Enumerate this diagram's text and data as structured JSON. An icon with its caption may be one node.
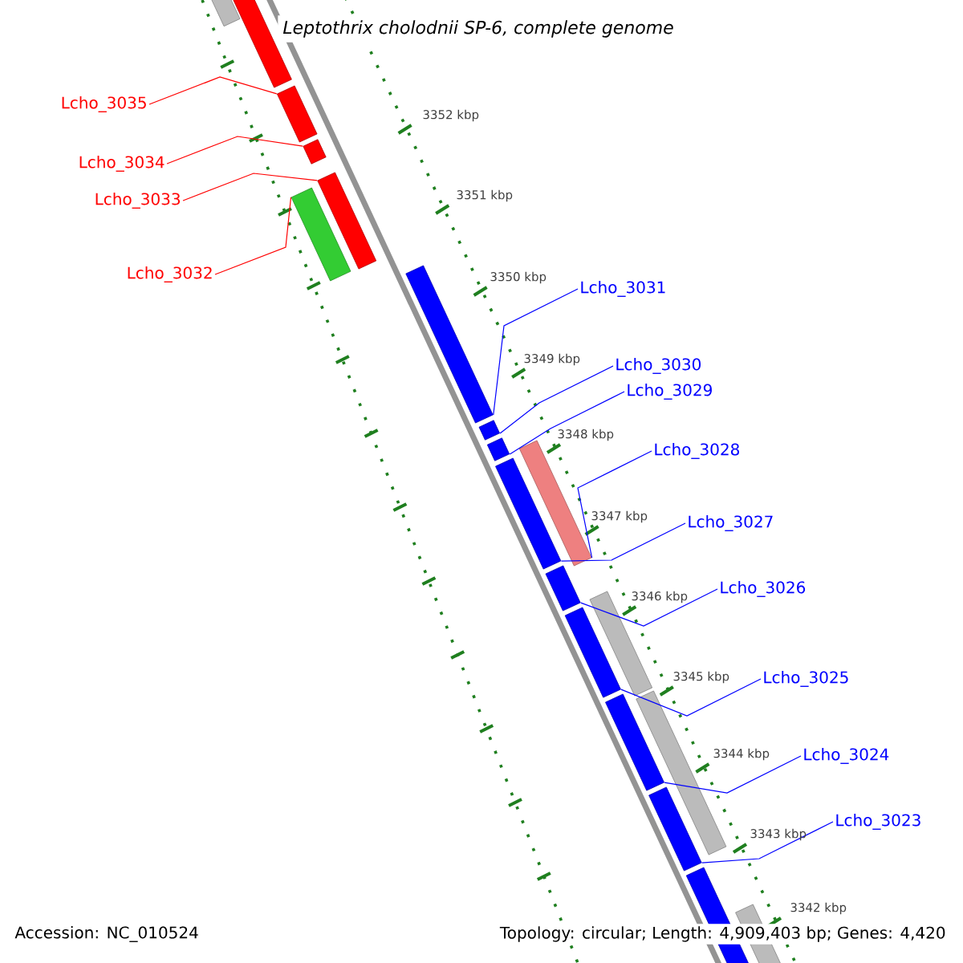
{
  "diagram": {
    "title": "Leptothrix cholodnii SP-6, complete genome",
    "nodes": [
      {
        "text": [
          "Lcho_3035"
        ]
      },
      {
        "text": [
          "Lcho_3034"
        ]
      },
      {
        "text": [
          "Lcho_3033"
        ]
      },
      {
        "text": [
          "Lcho_3032"
        ]
      },
      {
        "text": [],
        "shape": "bar"
      },
      {
        "text": [],
        "shape": "bar"
      },
      {
        "text": [],
        "shape": "bar"
      },
      {
        "text": [],
        "shape": "bar"
      },
      {
        "text": [],
        "shape": "bar"
      },
      {
        "text": [],
        "shape": "bar"
      },
      {
        "text": [],
        "shape": "bar"
      },
      {
        "text": [],
        "shape": "bar"
      },
      {
        "text": [],
        "shape": "bar"
      },
      {
        "text": [],
        "shape": "bar"
      },
      {
        "text": [],
        "shape": "bar"
      },
      {
        "text": [],
        "shape": "bar"
      },
      {
        "text": [],
        "shape": "bar"
      },
      {
        "text": [],
        "shape": "bar"
      },
      {
        "text": [],
        "shape": "bar"
      },
      {
        "text": [],
        "shape": "bar"
      },
      {
        "text": [],
        "shape": "bar"
      },
      {
        "text": [],
        "shape": "bar"
      },
      {
        "text": [],
        "shape": "bar"
      },
      {
        "text": [
          "Lcho_3031"
        ]
      },
      {
        "text": [
          "Lcho_3030"
        ]
      },
      {
        "text": [
          "Lcho_3029"
        ]
      },
      {
        "text": [
          "Lcho_3028"
        ]
      },
      {
        "text": [
          "Lcho_3027"
        ]
      },
      {
        "text": [
          "Lcho_3026"
        ]
      },
      {
        "text": [
          "Lcho_3025"
        ]
      },
      {
        "text": [
          "Lcho_3024"
        ]
      },
      {
        "text": [
          "Lcho_3023"
        ]
      }
    ],
    "edges": [
      {
        "from": 0,
        "to": 6,
        "arrow": "none",
        "color": "#ff0000"
      },
      {
        "from": 1,
        "to": 7,
        "arrow": "none",
        "color": "#ff0000"
      },
      {
        "from": 2,
        "to": 8,
        "arrow": "none",
        "color": "#ff0000"
      },
      {
        "from": 3,
        "to": 9,
        "arrow": "none",
        "color": "#ff0000"
      },
      {
        "from": 23,
        "to": 10,
        "arrow": "none"
      },
      {
        "from": 24,
        "to": 11,
        "arrow": "none"
      },
      {
        "from": 25,
        "to": 12,
        "arrow": "none"
      },
      {
        "from": 26,
        "to": 13,
        "arrow": "none"
      },
      {
        "from": 27,
        "to": 14,
        "arrow": "none"
      },
      {
        "from": 28,
        "to": 15,
        "arrow": "none"
      },
      {
        "from": 29,
        "to": 17,
        "arrow": "none"
      },
      {
        "from": 30,
        "to": 19,
        "arrow": "none"
      },
      {
        "from": 31,
        "to": 20,
        "arrow": "none"
      }
    ],
    "labels": [
      "3352 kbp",
      "3351 kbp",
      "3350 kbp",
      "3349 kbp",
      "3348 kbp",
      "3347 kbp",
      "3346 kbp",
      "3345 kbp",
      "3344 kbp",
      "3343 kbp",
      "3342 kbp",
      "Accession: NC_010524",
      "Topology: circular; Length: 4,909,403 bp; Genes: 4,420"
    ]
  }
}
